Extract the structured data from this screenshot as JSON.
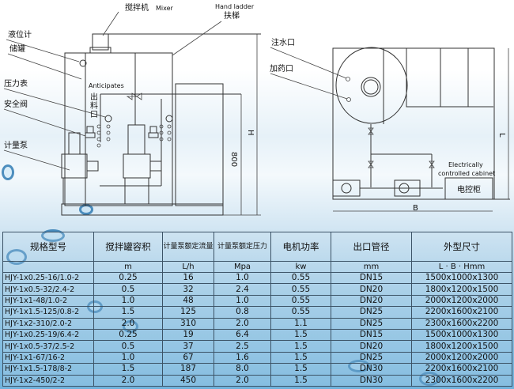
{
  "front_view": {
    "mixer_label": "搅拌机",
    "mixer_en": "Mixer",
    "hand_ladder_en": "Hand ladder",
    "hand_ladder_label": "扶梯",
    "level_gauge_label": "液位计",
    "tank_label": "储罐",
    "anticipates_en": "Anticipates",
    "outlet_label": [
      "出",
      "料",
      "口"
    ],
    "pressure_gauge_label": "压力表",
    "safety_valve_label": "安全阀",
    "metering_pump_label": "计量泵",
    "dim_h": "H",
    "dim_800": "800"
  },
  "top_view": {
    "water_inlet_label": "注水口",
    "dosing_inlet_label": "加药口",
    "cabinet_en_1": "Electrically",
    "cabinet_en_2": "controlled cabinet",
    "cabinet_label": "电控柜",
    "dim_b": "B",
    "dim_l": "L"
  },
  "table": {
    "headers": [
      "规格型号",
      "搅拌罐容积",
      "计量泵额定流量",
      "计量泵额定压力",
      "电机功率",
      "出口管径",
      "外型尺寸"
    ],
    "units": [
      "",
      "m",
      "L/h",
      "Mpa",
      "kw",
      "mm",
      "L · B · Hmm"
    ],
    "rows": [
      [
        "HJY-1x0.25-16/1.0-2",
        "0.25",
        "16",
        "1.0",
        "0.55",
        "DN15",
        "1500x1000x1300"
      ],
      [
        "HJY-1x0.5-32/2.4-2",
        "0.5",
        "32",
        "2.4",
        "0.55",
        "DN20",
        "1800x1200x1500"
      ],
      [
        "HJY-1x1-48/1.0-2",
        "1.0",
        "48",
        "1.0",
        "0.55",
        "DN20",
        "2000x1200x2000"
      ],
      [
        "HJY-1x1.5-125/0.8-2",
        "1.5",
        "125",
        "0.8",
        "0.55",
        "DN25",
        "2200x1600x2100"
      ],
      [
        "HJY-1x2-310/2.0-2",
        "2.0",
        "310",
        "2.0",
        "1.1",
        "DN25",
        "2300x1600x2200"
      ],
      [
        "HJY-1x0.25-19/6.4-2",
        "0.25",
        "19",
        "6.4",
        "1.5",
        "DN15",
        "1500x1000x1300"
      ],
      [
        "HJY-1x0.5-37/2.5-2",
        "0.5",
        "37",
        "2.5",
        "1.5",
        "DN20",
        "1800x1200x1500"
      ],
      [
        "HJY-1x1-67/16-2",
        "1.0",
        "67",
        "1.6",
        "1.5",
        "DN25",
        "2000x1200x2000"
      ],
      [
        "HJY-1x1.5-178/8-2",
        "1.5",
        "187",
        "8.0",
        "1.5",
        "DN30",
        "2200x1600x2100"
      ],
      [
        "HJY-1x2-450/2-2",
        "2.0",
        "450",
        "2.0",
        "1.5",
        "DN30",
        "2300x1600x2200"
      ]
    ]
  }
}
